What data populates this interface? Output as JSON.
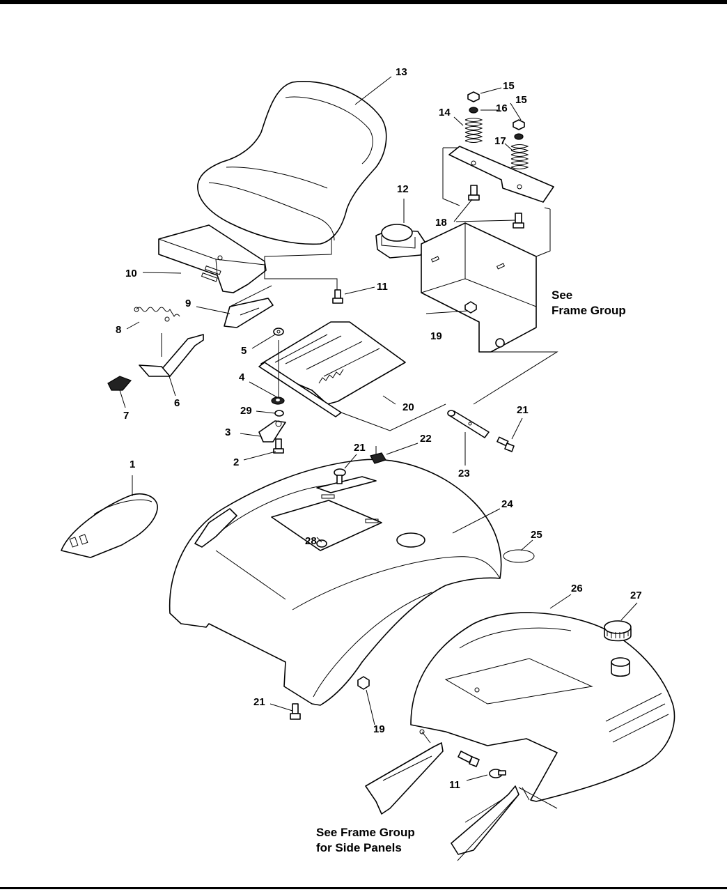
{
  "labels": {
    "p1": "1",
    "p2": "2",
    "p3": "3",
    "p4": "4",
    "p5": "5",
    "p6": "6",
    "p7": "7",
    "p8": "8",
    "p9": "9",
    "p10": "10",
    "p11a": "11",
    "p11b": "11",
    "p12": "12",
    "p13": "13",
    "p14": "14",
    "p15a": "15",
    "p15b": "15",
    "p16": "16",
    "p17": "17",
    "p18": "18",
    "p19a": "19",
    "p19b": "19",
    "p20": "20",
    "p21a": "21",
    "p21b": "21",
    "p21c": "21",
    "p22": "22",
    "p23": "23",
    "p24": "24",
    "p25": "25",
    "p26": "26",
    "p27": "27",
    "p28": "28",
    "p29": "29"
  },
  "notes": {
    "frame_line1": "See",
    "frame_line2": "Frame Group",
    "side_line1": "See Frame Group",
    "side_line2": "for Side Panels"
  }
}
